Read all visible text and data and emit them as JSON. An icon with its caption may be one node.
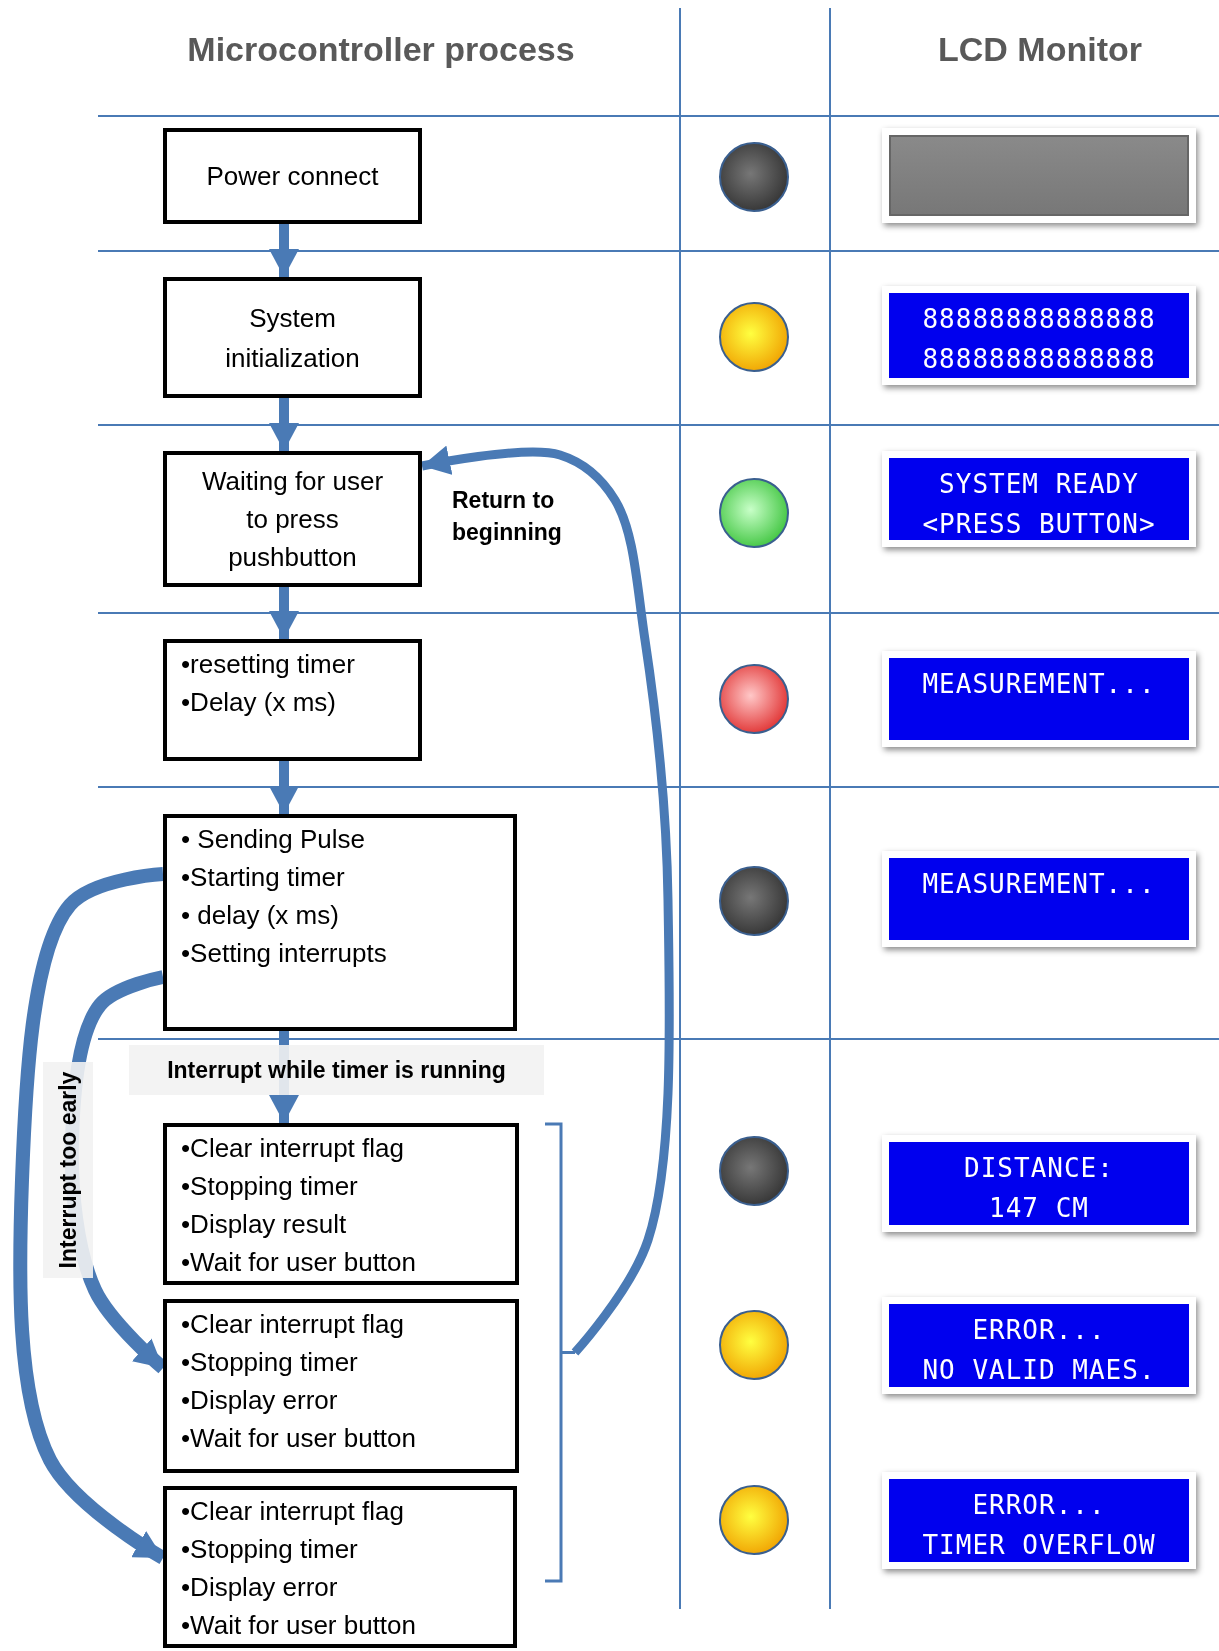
{
  "diagram": {
    "nodes": [
      {
        "text": [
          "Power connect"
        ]
      },
      {
        "text": [
          "System initialization"
        ]
      },
      {
        "text": [
          "Waiting for user to press pushbutton"
        ]
      },
      {
        "text": [
          "•resetting timer",
          "•Delay (x ms)"
        ]
      },
      {
        "text": [
          "• Sending Pulse",
          "•Starting timer",
          "• delay (x ms)",
          "•Setting interrupts"
        ]
      },
      {
        "text": [
          "•Clear interrupt flag",
          "•Stopping timer",
          "•Display result",
          "•Wait for user button"
        ]
      },
      {
        "text": [
          "•Clear interrupt flag",
          "•Stopping timer",
          "•Display error",
          "•Wait for user button"
        ]
      },
      {
        "text": [
          "•Clear interrupt flag",
          "•Stopping timer",
          "•Display error",
          "•Wait for user button"
        ]
      },
      {
        "text": [],
        "shape": "box"
      },
      {
        "text": [
          "88888888888888",
          "88888888888888"
        ]
      },
      {
        "text": [
          "SYSTEM READY",
          "<PRESS BUTTON>"
        ]
      },
      {
        "text": [
          "MEASUREMENT..."
        ]
      },
      {
        "text": [
          "MEASUREMENT..."
        ]
      },
      {
        "text": [
          "DISTANCE:",
          "147 CM"
        ]
      },
      {
        "text": [
          "ERROR...",
          "NO VALID MAES."
        ]
      },
      {
        "text": [
          "ERROR...",
          "TIMER OVERFLOW"
        ]
      },
      {
        "text": [],
        "shape": "bracket"
      }
    ],
    "edges": [
      {
        "from": 0,
        "to": 1,
        "arrow": "to"
      },
      {
        "from": 1,
        "to": 2,
        "arrow": "to"
      },
      {
        "from": 2,
        "to": 3,
        "arrow": "to"
      },
      {
        "from": 3,
        "to": 4,
        "arrow": "to"
      },
      {
        "from": 4,
        "to": 5,
        "arrow": "to",
        "label": "Interrupt while timer is running"
      },
      {
        "from": 4,
        "to": 6,
        "arrow": "to"
      },
      {
        "from": 4,
        "to": 7,
        "arrow": "to",
        "label": "Interrupt too early"
      },
      {
        "from": 16,
        "to": 2,
        "arrow": "to",
        "label": "Return to beginning"
      }
    ],
    "labels": [
      "Microcontroller process",
      "LCD Monitor"
    ]
  }
}
